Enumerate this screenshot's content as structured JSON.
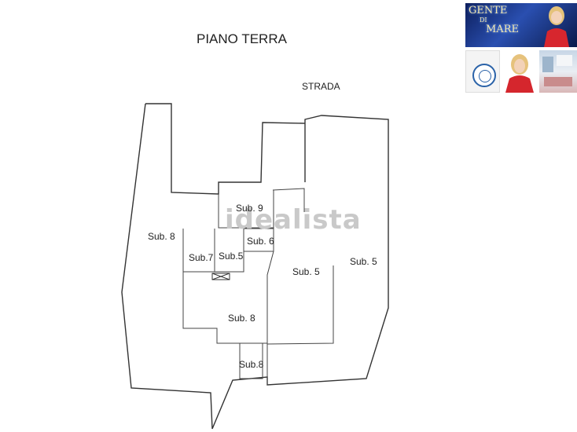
{
  "title": "PIANO TERRA",
  "street_label": "STRADA",
  "watermark": "idealista",
  "rooms": {
    "sub8_left": "Sub. 8",
    "sub9": "Sub. 9",
    "sub6": "Sub. 6",
    "sub7": "Sub.7",
    "sub5_small": "Sub.5",
    "sub5_center": "Sub. 5",
    "sub5_right": "Sub. 5",
    "sub8_center": "Sub. 8",
    "sub8_bottom": "Sub.8"
  },
  "thumbnails": {
    "brand_line1": "GENTE",
    "brand_line2": "DI",
    "brand_line3": "MARE"
  }
}
